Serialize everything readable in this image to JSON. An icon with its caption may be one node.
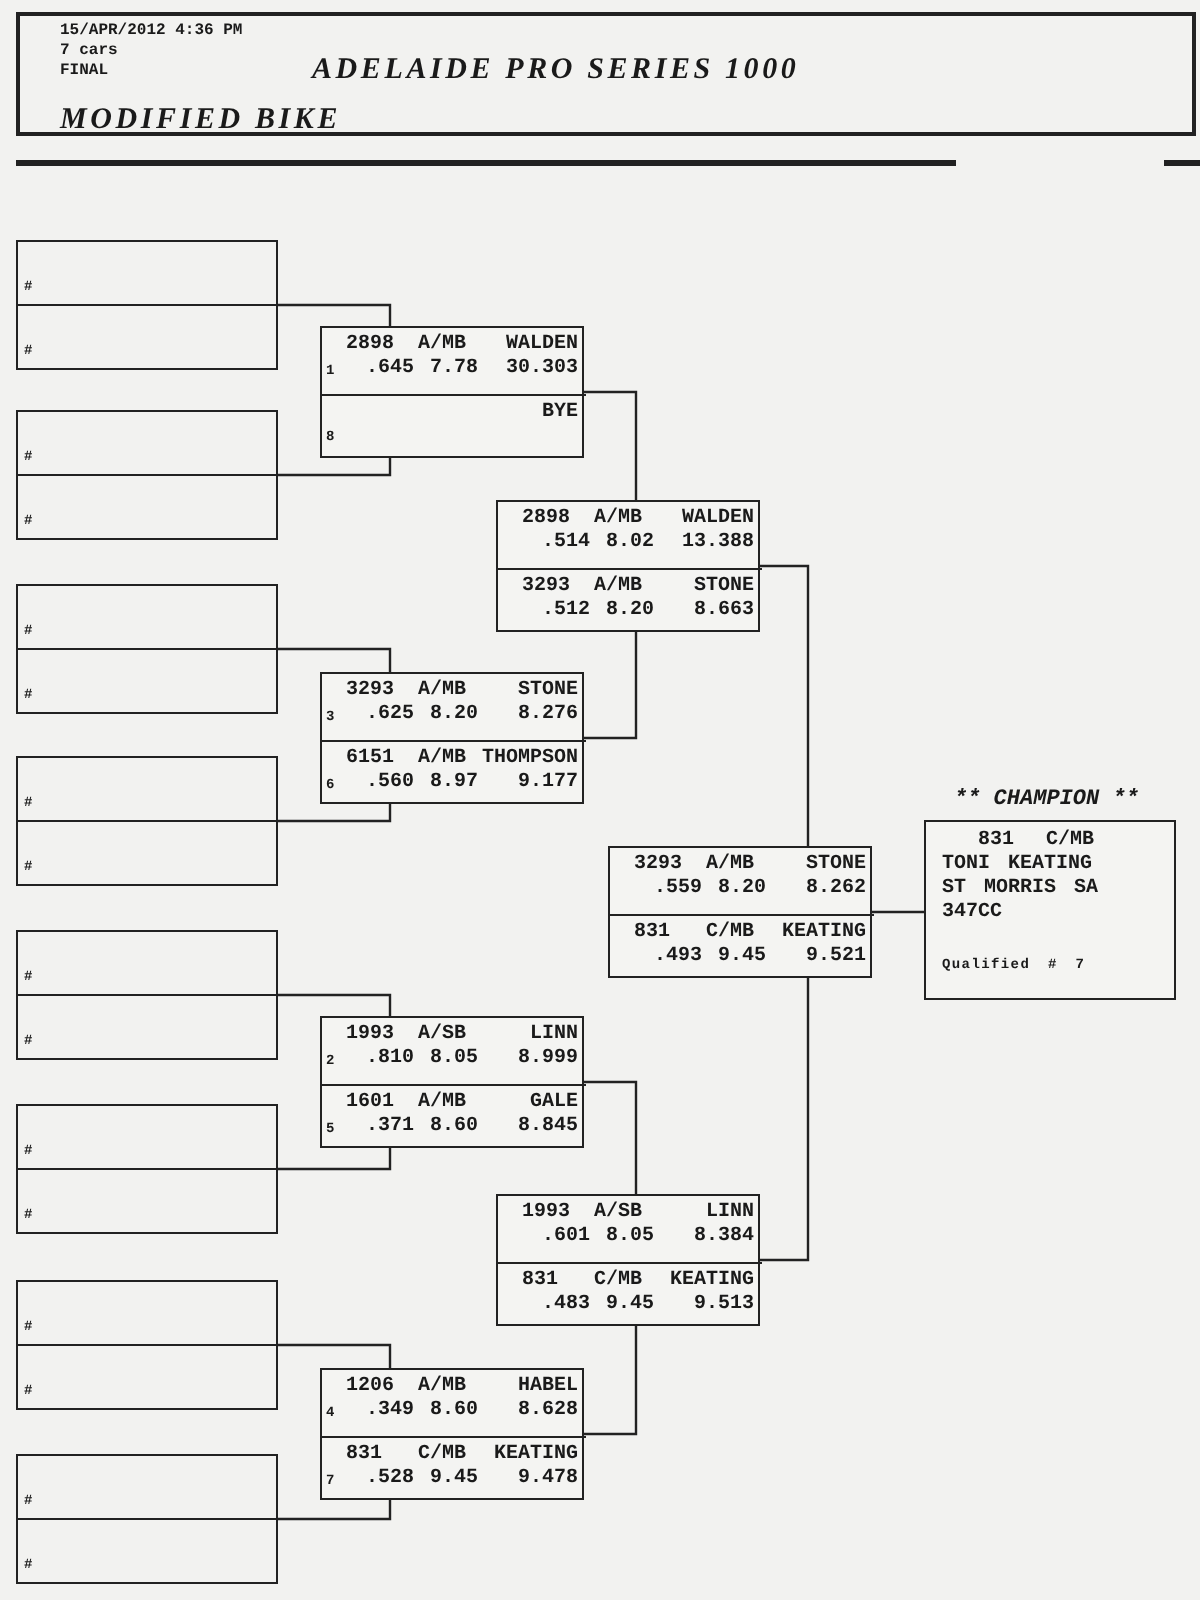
{
  "diagram": {
    "title": "ADELAIDE PRO SERIES 1000",
    "nodes": [
      {
        "text": [
          "15/APR/2012 4:36 PM",
          "7 cars",
          "FINAL",
          "MODIFIED BIKE"
        ]
      },
      {
        "text": [
          "#",
          "#"
        ]
      },
      {
        "text": [
          "#",
          "#"
        ]
      },
      {
        "text": [
          "#",
          "#"
        ]
      },
      {
        "text": [
          "#",
          "#"
        ]
      },
      {
        "text": [
          "#",
          "#"
        ]
      },
      {
        "text": [
          "#",
          "#"
        ]
      },
      {
        "text": [
          "#",
          "#"
        ]
      },
      {
        "text": [
          "#",
          "#"
        ]
      },
      {
        "text": [],
        "shape": "box"
      },
      {
        "text": [
          "2898",
          "A/MB",
          "WALDEN",
          "1",
          ".645",
          "7.78",
          "30.303"
        ],
        "in": 9
      },
      {
        "text": [
          "BYE",
          "8"
        ],
        "in": 9
      },
      {
        "text": [],
        "shape": "box"
      },
      {
        "text": [
          "3293",
          "A/MB",
          "STONE",
          "3",
          ".625",
          "8.20",
          "8.276"
        ],
        "in": 12
      },
      {
        "text": [
          "6151",
          "A/MB",
          "THOMPSON",
          "6",
          ".560",
          "8.97",
          "9.177"
        ],
        "in": 12
      },
      {
        "text": [],
        "shape": "box"
      },
      {
        "text": [
          "1993",
          "A/SB",
          "LINN",
          "2",
          ".810",
          "8.05",
          "8.999"
        ],
        "in": 15
      },
      {
        "text": [
          "1601",
          "A/MB",
          "GALE",
          "5",
          ".371",
          "8.60",
          "8.845"
        ],
        "in": 15
      },
      {
        "text": [],
        "shape": "box"
      },
      {
        "text": [
          "1206",
          "A/MB",
          "HABEL",
          "4",
          ".349",
          "8.60",
          "8.628"
        ],
        "in": 18
      },
      {
        "text": [
          "831",
          "C/MB",
          "KEATING",
          "7",
          ".528",
          "9.45",
          "9.478"
        ],
        "in": 18
      },
      {
        "text": [],
        "shape": "box"
      },
      {
        "text": [
          "2898",
          "A/MB",
          "WALDEN",
          ".514",
          "8.02",
          "13.388"
        ],
        "in": 21
      },
      {
        "text": [
          "3293",
          "A/MB",
          "STONE",
          ".512",
          "8.20",
          "8.663"
        ],
        "in": 21
      },
      {
        "text": [],
        "shape": "box"
      },
      {
        "text": [
          "1993",
          "A/SB",
          "LINN",
          ".601",
          "8.05",
          "8.384"
        ],
        "in": 24
      },
      {
        "text": [
          "831",
          "C/MB",
          "KEATING",
          ".483",
          "9.45",
          "9.513"
        ],
        "in": 24
      },
      {
        "text": [],
        "shape": "box"
      },
      {
        "text": [
          "3293",
          "A/MB",
          "STONE",
          ".559",
          "8.20",
          "8.262"
        ],
        "in": 27
      },
      {
        "text": [
          "831",
          "C/MB",
          "KEATING",
          ".493",
          "9.45",
          "9.521"
        ],
        "in": 27
      },
      {
        "text": [
          "** CHAMPION **",
          "831 C/MB",
          "TONI KEATING",
          "ST MORRIS SA",
          "347CC",
          "Qualified # 7"
        ]
      }
    ],
    "edges": [
      {
        "from": 1,
        "to": 10,
        "arrow": "none"
      },
      {
        "from": 2,
        "to": 11,
        "arrow": "none"
      },
      {
        "from": 3,
        "to": 13,
        "arrow": "none"
      },
      {
        "from": 4,
        "to": 14,
        "arrow": "none"
      },
      {
        "from": 5,
        "to": 16,
        "arrow": "none"
      },
      {
        "from": 6,
        "to": 17,
        "arrow": "none"
      },
      {
        "from": 7,
        "to": 19,
        "arrow": "none"
      },
      {
        "from": 8,
        "to": 20,
        "arrow": "none"
      },
      {
        "from": 9,
        "to": 22,
        "arrow": "none"
      },
      {
        "from": 12,
        "to": 23,
        "arrow": "none"
      },
      {
        "from": 15,
        "to": 25,
        "arrow": "none"
      },
      {
        "from": 18,
        "to": 26,
        "arrow": "none"
      },
      {
        "from": 21,
        "to": 28,
        "arrow": "none"
      },
      {
        "from": 24,
        "to": 29,
        "arrow": "none"
      },
      {
        "from": 27,
        "to": 30,
        "arrow": "none"
      }
    ]
  }
}
